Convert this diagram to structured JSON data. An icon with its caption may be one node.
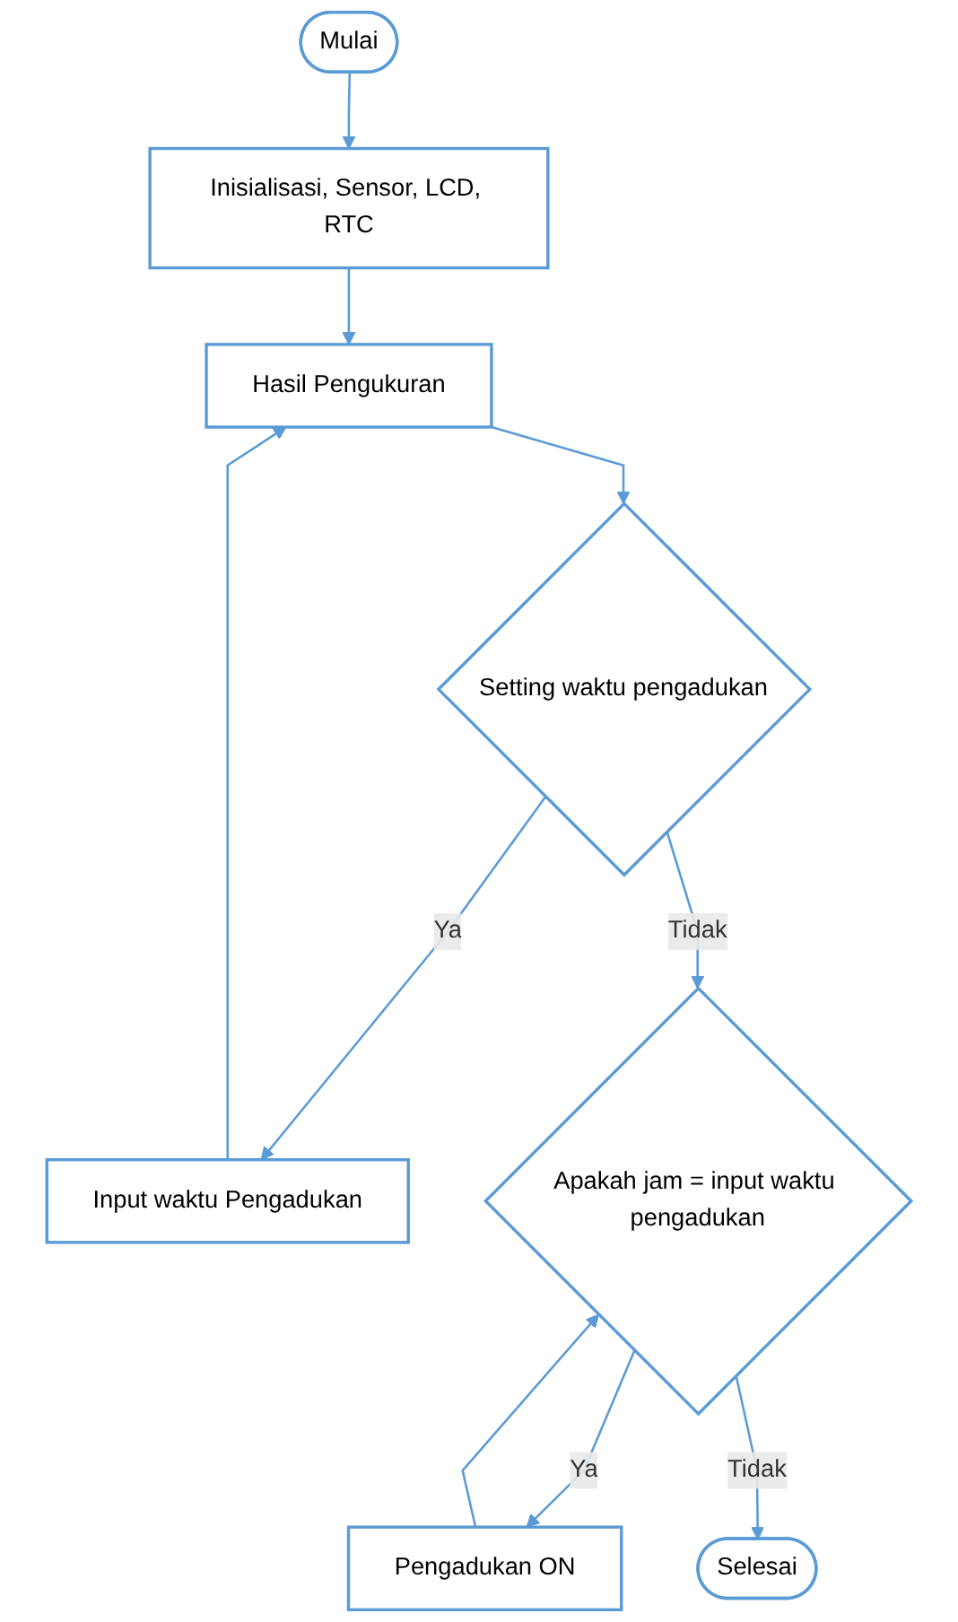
{
  "diagram": {
    "nodes": [
      {
        "text": [
          "Mulai"
        ]
      },
      {
        "text": [
          "Inisialisasi, Sensor, LCD, RTC"
        ]
      },
      {
        "text": [
          "Hasil Pengukuran"
        ]
      },
      {
        "text": [
          "Setting waktu pengadukan"
        ]
      },
      {
        "text": [
          "Input waktu Pengadukan"
        ]
      },
      {
        "text": [
          "Apakah jam = input waktu pengadukan"
        ]
      },
      {
        "text": [
          "Pengadukan ON"
        ]
      },
      {
        "text": [
          "Selesai"
        ]
      }
    ],
    "edges": [
      {
        "from": 0,
        "to": 1,
        "arrow": "to"
      },
      {
        "from": 1,
        "to": 2,
        "arrow": "to"
      },
      {
        "from": 2,
        "to": 3,
        "arrow": "to"
      },
      {
        "from": 3,
        "to": 4,
        "arrow": "to",
        "label": "Ya"
      },
      {
        "from": 4,
        "to": 2,
        "arrow": "to"
      },
      {
        "from": 3,
        "to": 5,
        "arrow": "to",
        "label": "Tidak"
      },
      {
        "from": 5,
        "to": 6,
        "arrow": "to",
        "label": "Ya"
      },
      {
        "from": 6,
        "to": 5,
        "arrow": "to"
      },
      {
        "from": 5,
        "to": 7,
        "arrow": "to",
        "label": "Tidak"
      }
    ]
  }
}
